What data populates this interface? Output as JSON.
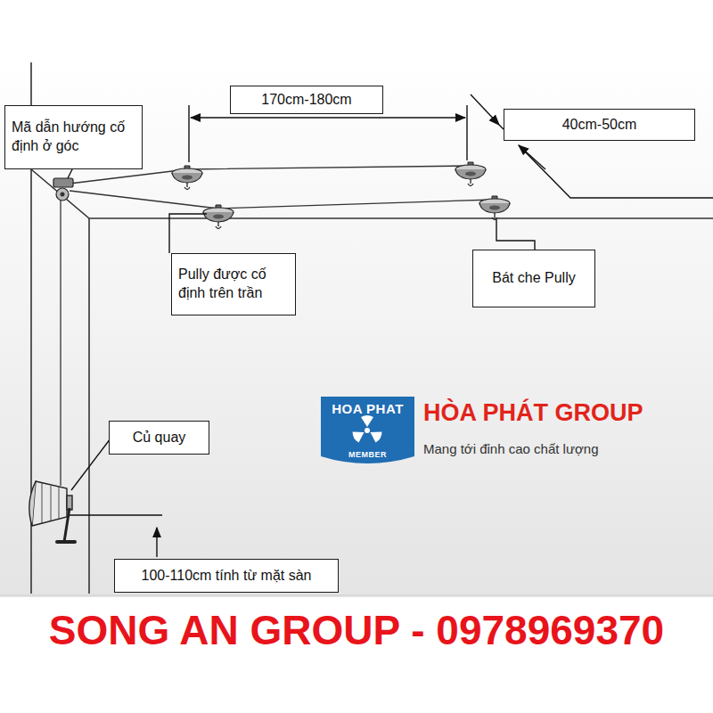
{
  "diagram": {
    "nodes": [
      {
        "text": [
          "Mã dẫn hướng cố định ở góc"
        ]
      },
      {
        "text": [
          "170cm-180cm"
        ]
      },
      {
        "text": [
          "40cm-50cm"
        ]
      },
      {
        "text": [
          "Pully được cố định trên trần"
        ]
      },
      {
        "text": [
          "Bát che Pully"
        ]
      },
      {
        "text": [
          "HOA PHAT",
          "MEMBER"
        ]
      },
      {
        "text": [
          "Củ quay"
        ]
      },
      {
        "text": [
          "100-110cm tính từ mặt sàn"
        ]
      }
    ],
    "labels": [
      "HÒA PHÁT GROUP",
      "Mang tới đỉnh cao chất lượng",
      "SONG AN GROUP - 0978969370"
    ]
  }
}
